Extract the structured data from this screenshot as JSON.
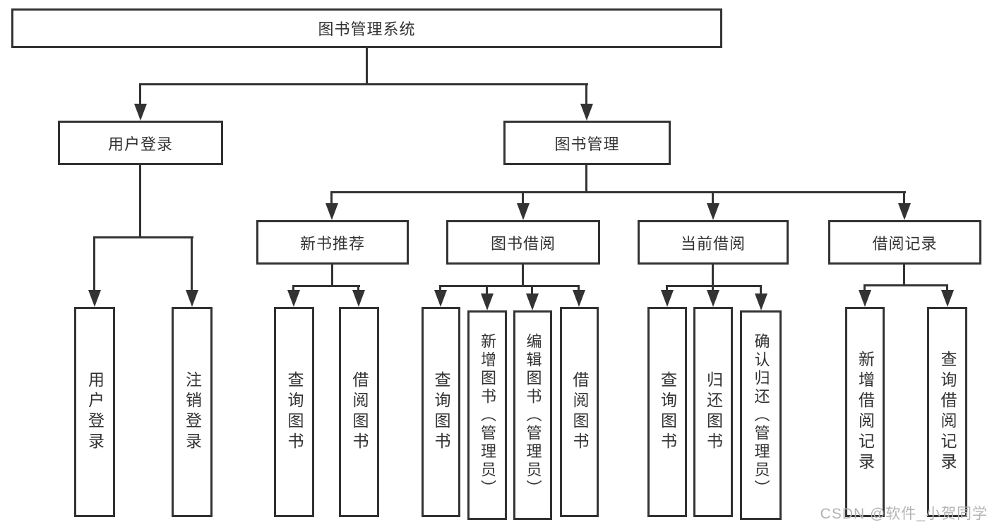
{
  "colors": {
    "line": "#333333",
    "box_border": "#333333",
    "text": "#333333",
    "background": "#ffffff",
    "watermark_text": "#b3b3b3"
  },
  "watermark": {
    "text": "CSDN @软件_小贺同学"
  },
  "tree": {
    "root": {
      "label": "图书管理系统",
      "children": [
        {
          "label": "用户登录",
          "children": [
            {
              "label": "用户登录"
            },
            {
              "label": "注销登录"
            }
          ]
        },
        {
          "label": "图书管理",
          "children": [
            {
              "label": "新书推荐",
              "children": [
                {
                  "label": "查询图书"
                },
                {
                  "label": "借阅图书"
                }
              ]
            },
            {
              "label": "图书借阅",
              "children": [
                {
                  "label": "查询图书"
                },
                {
                  "label": "新增图书（管理员）"
                },
                {
                  "label": "编辑图书（管理员）"
                },
                {
                  "label": "借阅图书"
                }
              ]
            },
            {
              "label": "当前借阅",
              "children": [
                {
                  "label": "查询图书"
                },
                {
                  "label": "归还图书"
                },
                {
                  "label": "确认归还（管理员）"
                }
              ]
            },
            {
              "label": "借阅记录",
              "children": [
                {
                  "label": "新增借阅记录"
                },
                {
                  "label": "查询借阅记录"
                }
              ]
            }
          ]
        }
      ]
    }
  }
}
